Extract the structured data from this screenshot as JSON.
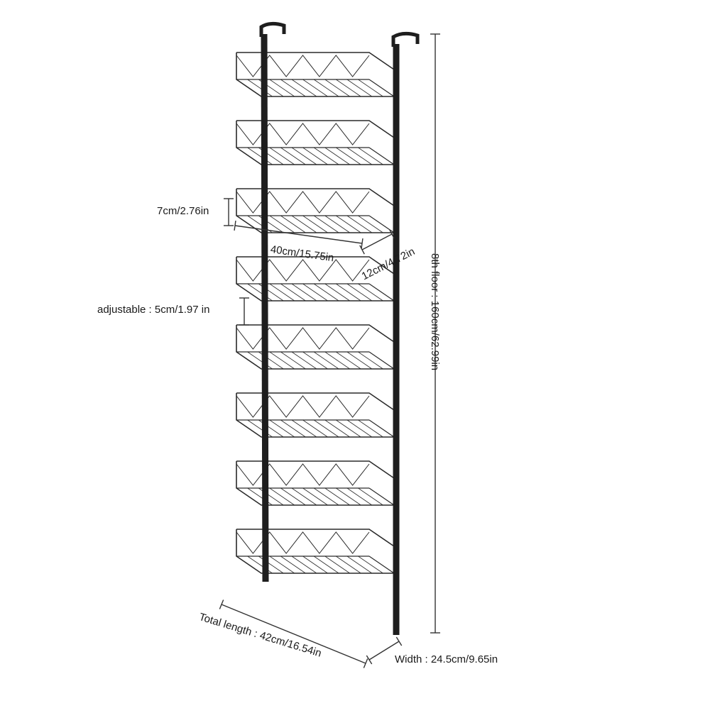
{
  "product": {
    "shelf_count": 8,
    "frame_color": "#1e1e1e",
    "wire_color": "#2a2a2a",
    "background": "#ffffff"
  },
  "dimensions": {
    "shelf_height": "7cm/2.76in",
    "adjustable": "adjustable : 5cm/1.97 in",
    "shelf_width": "40cm/15.75in",
    "shelf_depth": "12cm/4.72in",
    "total_height": "8th floor : 160cm/62.99in",
    "total_length": "Total length : 42cm/16.54in",
    "width": "Width : 24.5cm/9.65in"
  }
}
